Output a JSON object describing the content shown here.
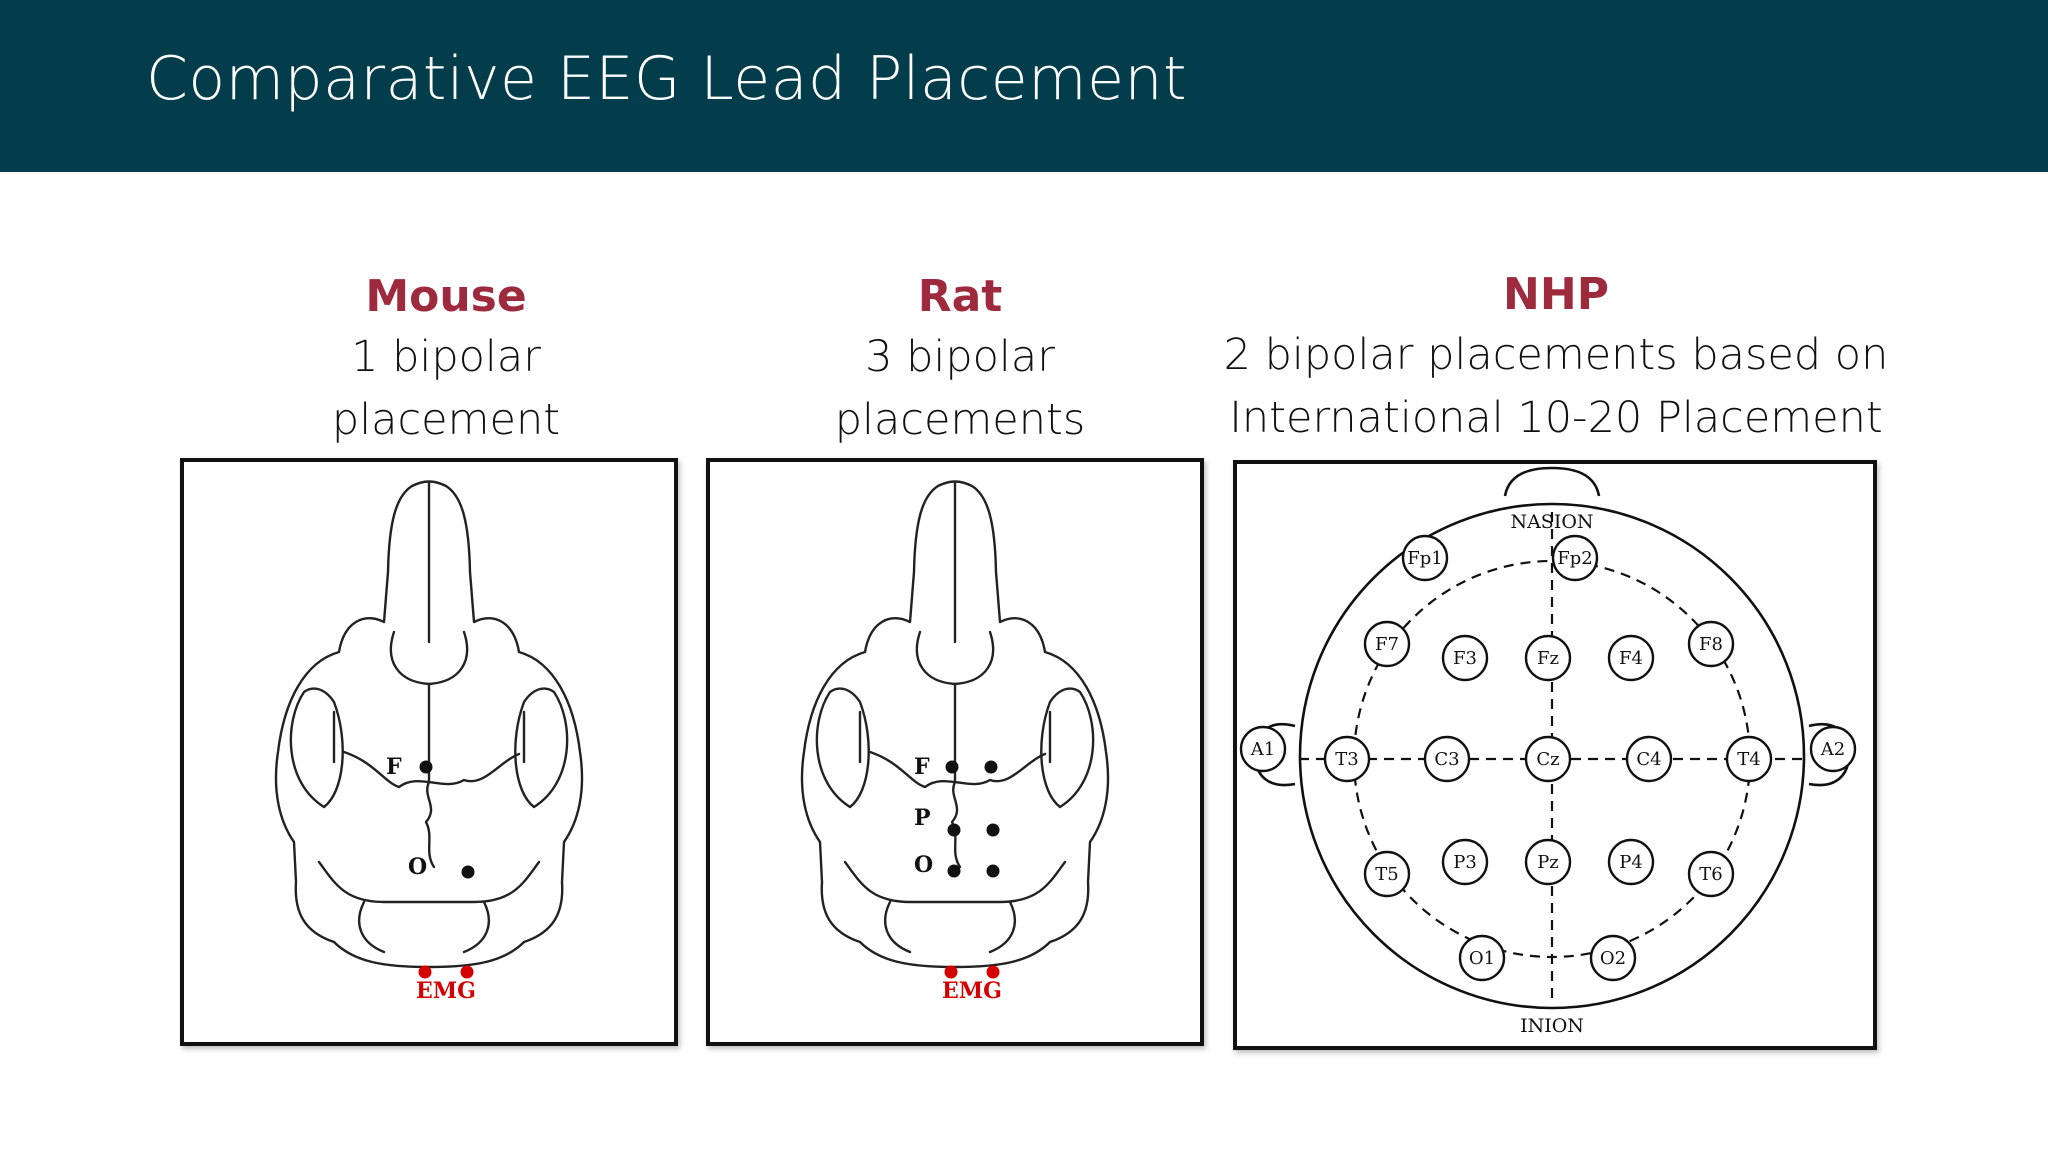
{
  "slide": {
    "title": "Comparative EEG Lead Placement"
  },
  "colors": {
    "header_bg": "#033d4b",
    "accent": "#9e2a3e",
    "emg": "#d40000"
  },
  "columns": [
    {
      "name": "Mouse",
      "desc_line1": "1 bipolar",
      "desc_line2": "placement",
      "labels": {
        "f": "F",
        "o": "O",
        "emg": "EMG"
      }
    },
    {
      "name": "Rat",
      "desc_line1": "3 bipolar",
      "desc_line2": "placements",
      "labels": {
        "f": "F",
        "p": "P",
        "o": "O",
        "emg": "EMG"
      }
    },
    {
      "name": "NHP",
      "desc_line1": "2 bipolar placements based on",
      "desc_line2": "International 10-20 Placement",
      "labels": {
        "nasion": "NASION",
        "inion": "INION",
        "electrodes": [
          "Fp1",
          "Fp2",
          "F7",
          "F3",
          "Fz",
          "F4",
          "F8",
          "A1",
          "T3",
          "C3",
          "Cz",
          "C4",
          "T4",
          "A2",
          "T5",
          "P3",
          "Pz",
          "P4",
          "T6",
          "O1",
          "O2"
        ]
      }
    }
  ]
}
